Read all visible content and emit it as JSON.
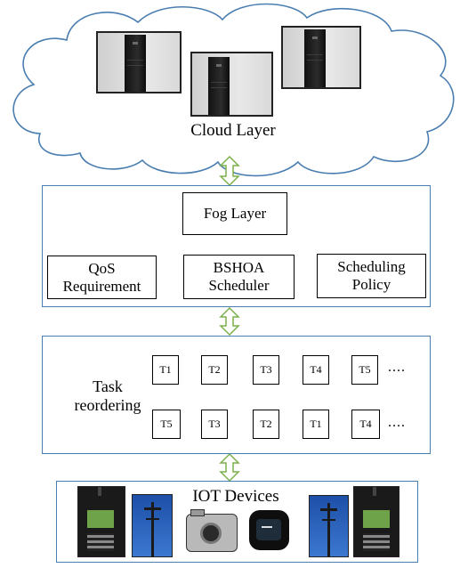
{
  "cloud": {
    "label": "Cloud Layer"
  },
  "fog": {
    "title": "Fog Layer",
    "scheduler": "BSHOA\nScheduler",
    "qos": "QoS\nRequirement",
    "policy": "Scheduling\nPolicy"
  },
  "tasks": {
    "reorder_label": "Task\nreordering",
    "row1": [
      "T1",
      "T2",
      "T3",
      "T4",
      "T5"
    ],
    "row2": [
      "T5",
      "T3",
      "T2",
      "T1",
      "T4"
    ],
    "ellipsis": "...."
  },
  "iot": {
    "label": "IOT Devices",
    "devices": [
      "mobile-phone",
      "cell-tower",
      "camera",
      "smartwatch",
      "cell-tower",
      "mobile-phone"
    ]
  },
  "colors": {
    "panel_border": "#4a7eb0",
    "link_arrow": "#7ab04a"
  }
}
